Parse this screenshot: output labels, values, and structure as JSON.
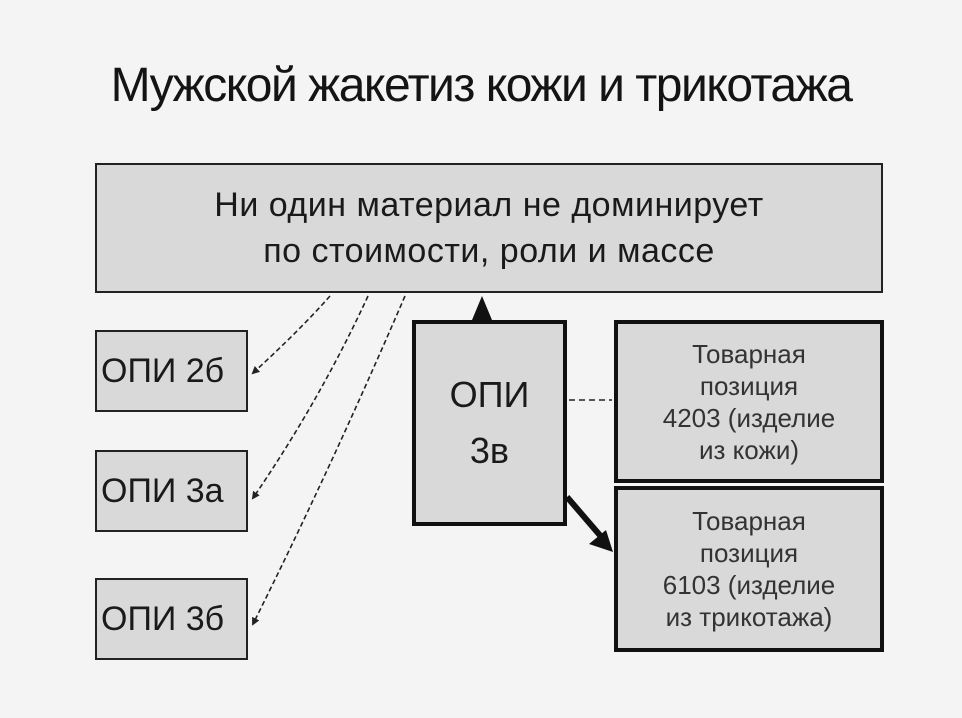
{
  "title": "Мужской жакетиз кожи и трикотажа",
  "top_box": {
    "line1": "Ни один материал не доминирует",
    "line2": "по стоимости, роли и массе"
  },
  "rules": {
    "opi2b": "ОПИ 2б",
    "opi3a": "ОПИ 3а",
    "opi3b": "ОПИ 3б",
    "opi3v_line1": "ОПИ",
    "opi3v_line2": "3в"
  },
  "positions": {
    "leather": {
      "line1": "Товарная",
      "line2": "позиция",
      "line3": "4203 (изделие",
      "line4": "из кожи)"
    },
    "knit": {
      "line1": "Товарная",
      "line2": "позиция",
      "line3": "6103 (изделие",
      "line4": "из трикотажа)"
    }
  }
}
